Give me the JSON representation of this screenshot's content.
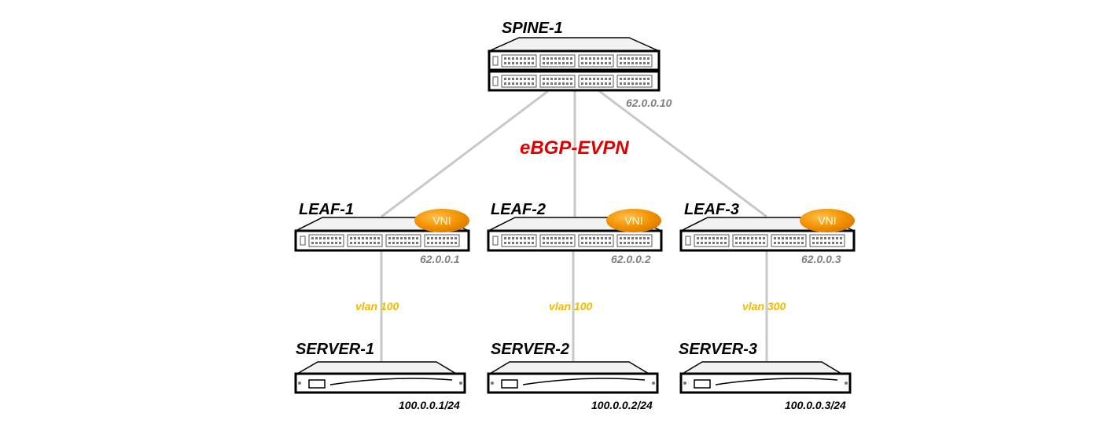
{
  "spine": {
    "name": "SPINE-1",
    "ip": "62.0.0.10"
  },
  "protocol": "eBGP-EVPN",
  "leaves": [
    {
      "name": "LEAF-1",
      "ip": "62.0.0.1",
      "vni": "VNI",
      "vlan": "vlan 100",
      "server": "SERVER-1",
      "server_ip": "100.0.0.1/24"
    },
    {
      "name": "LEAF-2",
      "ip": "62.0.0.2",
      "vni": "VNI",
      "vlan": "vlan 100",
      "server": "SERVER-2",
      "server_ip": "100.0.0.2/24"
    },
    {
      "name": "LEAF-3",
      "ip": "62.0.0.3",
      "vni": "VNI",
      "vlan": "vlan 300",
      "server": "SERVER-3",
      "server_ip": "100.0.0.3/24"
    }
  ],
  "colors": {
    "link": "#c8c8c8",
    "vni": "#f39200",
    "vlan": "#f5b800",
    "protocol": "#e00000",
    "ip": "#808080"
  },
  "icons": {
    "switch": "network-switch-icon",
    "server": "rack-server-icon",
    "vni": "vni-ellipse-icon"
  }
}
